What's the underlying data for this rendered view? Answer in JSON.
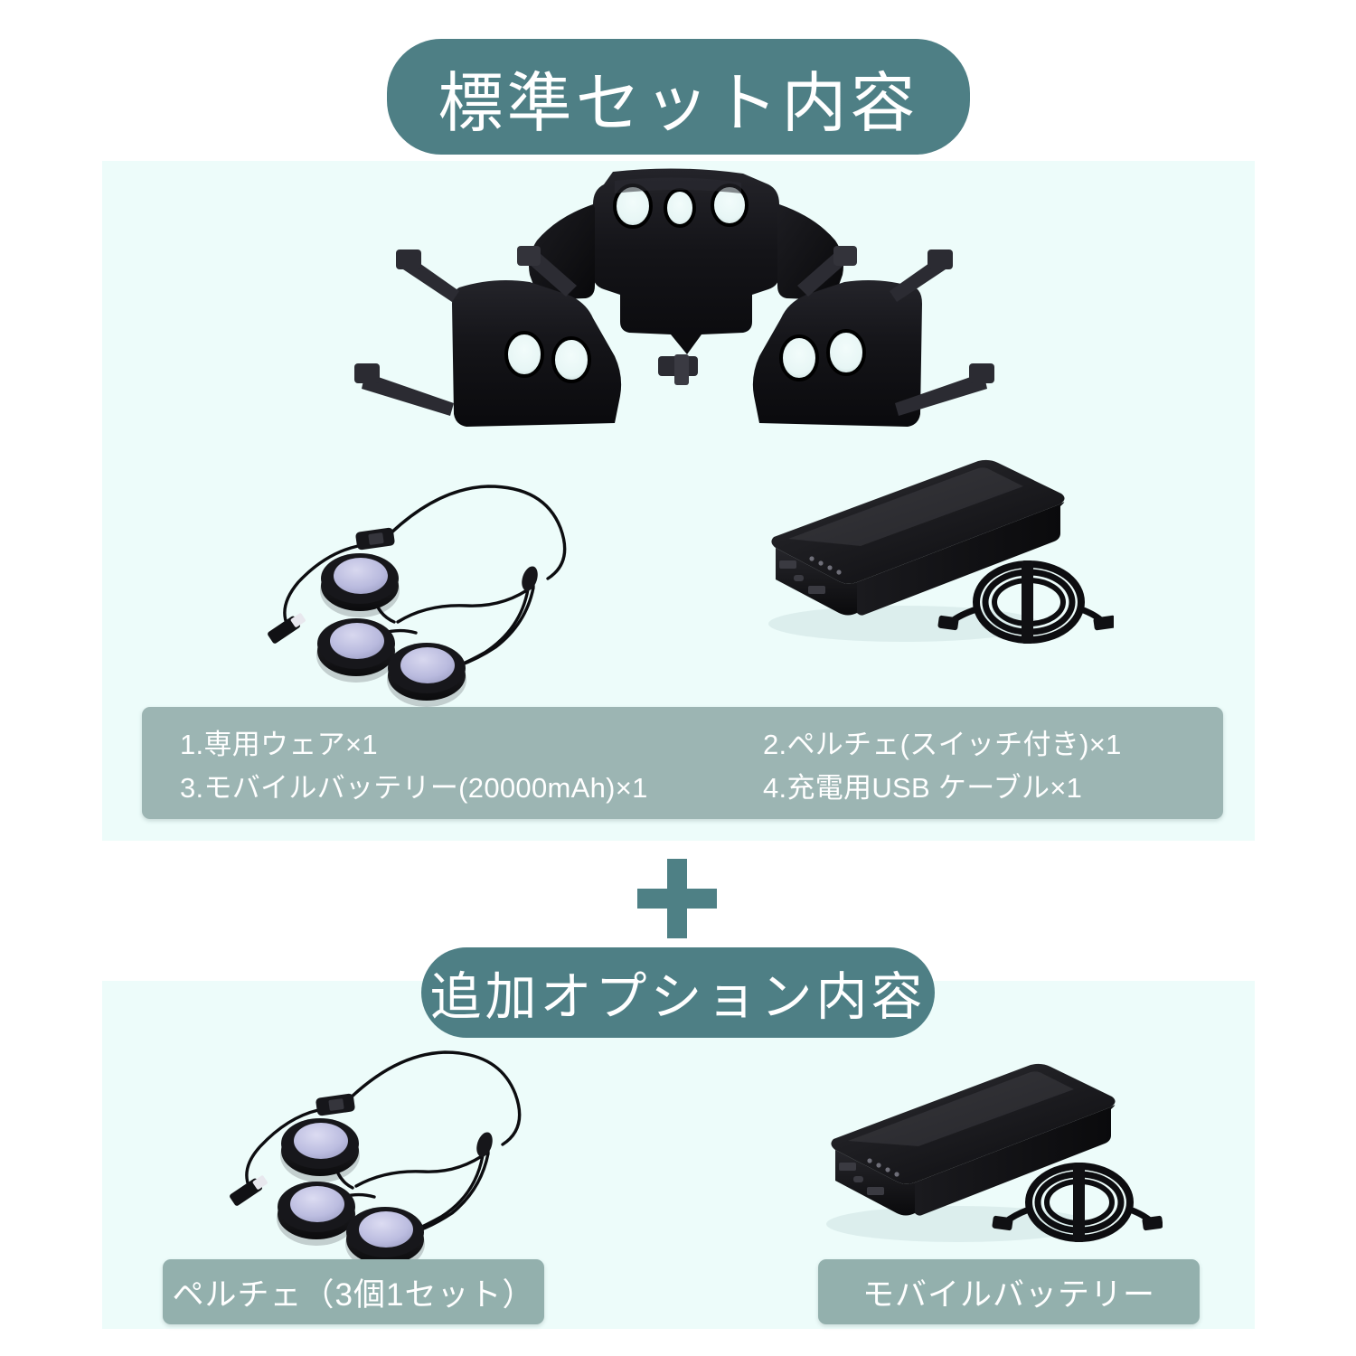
{
  "page": {
    "background_color": "#ffffff",
    "panel_color": "#edfcfa",
    "accent_color": "#4e7f85",
    "accent_light_color": "#9cb5b3"
  },
  "sections": [
    {
      "id": "standard-set",
      "header": "標準セット内容",
      "items": [
        "1.専用ウェア×1",
        "2.ペルチェ(スイッチ付き)×1",
        "3.モバイルバッテリー(20000mAh)×1",
        "4.充電用USB ケーブル×1"
      ],
      "products": [
        "cooling-vest",
        "peltier-unit-set",
        "mobile-battery",
        "usb-charging-cable"
      ]
    },
    {
      "id": "additional-option",
      "header": "追加オプション内容",
      "captions": [
        "ペルチェ（3個1セット）",
        "モバイルバッテリー"
      ],
      "products": [
        "peltier-unit-set",
        "mobile-battery",
        "usb-charging-cable"
      ]
    }
  ],
  "separator": {
    "symbol": "plus",
    "color": "#4e8085"
  }
}
